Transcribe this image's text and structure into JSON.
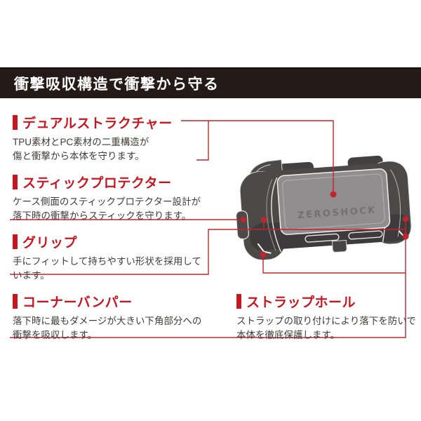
{
  "header": {
    "title": "衝撃吸収構造で衝撃から守る"
  },
  "features": [
    {
      "id": "dual-structure",
      "title": "デュアルストラクチャー",
      "body": [
        "TPU素材とPC素材の二重構造が",
        "傷と衝撃から本体を守ります。"
      ]
    },
    {
      "id": "stick-protector",
      "title": "スティックプロテクター",
      "body": [
        "ケース側面のスティックプロテクター設計が",
        "落下時の衝撃からスティックを守ります。"
      ]
    },
    {
      "id": "grip",
      "title": "グリップ",
      "body": [
        "手にフィットして持ちやすい形状を採用して",
        "います。"
      ]
    },
    {
      "id": "corner-bumper",
      "title": "コーナーバンパー",
      "body": [
        "落下時に最もダメージが大きい下角部分への",
        "衝撃を吸収します。"
      ]
    },
    {
      "id": "strap-hole",
      "title": "ストラップホール",
      "body": [
        "ストラップの取り付けにより落下を防いで",
        "本体を徹底保護します。"
      ]
    }
  ],
  "product": {
    "logo": "ZEROSHOCK"
  },
  "colors": {
    "accent_red": "#c8161e",
    "connector_red": "#c1242e",
    "header_bg": "#241b18",
    "body_text": "#403c3b",
    "case_body": "#4c4949",
    "case_screen": "#8f8d8e"
  }
}
